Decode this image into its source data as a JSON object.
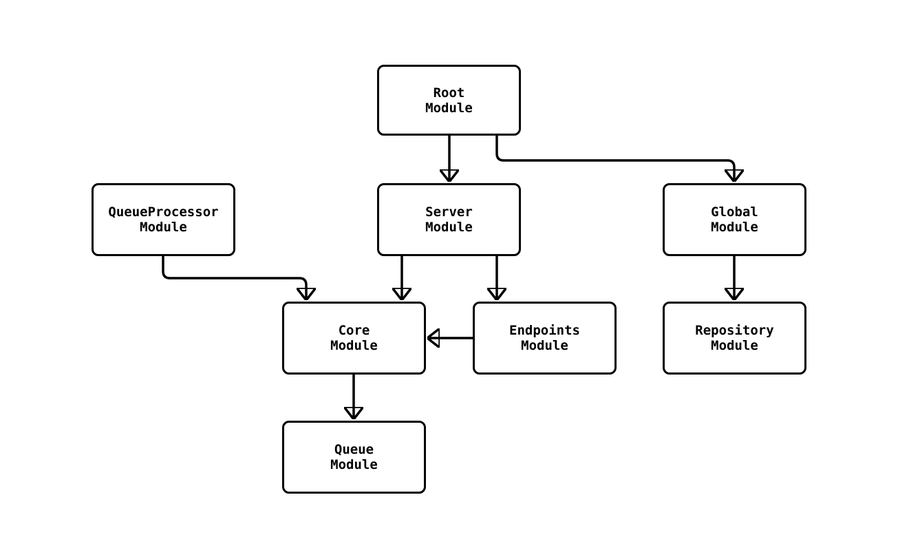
{
  "diagram": {
    "type": "module-dependency-flowchart",
    "background_color": "#ffffff",
    "node_fill_color": "#ffffff",
    "node_border_color": "#000000",
    "edge_color": "#000000",
    "nodes": {
      "root": {
        "line1": "Root",
        "line2": "Module"
      },
      "queueprocessor": {
        "line1": "QueueProcessor",
        "line2": "Module"
      },
      "server": {
        "line1": "Server",
        "line2": "Module"
      },
      "global": {
        "line1": "Global",
        "line2": "Module"
      },
      "core": {
        "line1": "Core",
        "line2": "Module"
      },
      "endpoints": {
        "line1": "Endpoints",
        "line2": "Module"
      },
      "repository": {
        "line1": "Repository",
        "line2": "Module"
      },
      "queue": {
        "line1": "Queue",
        "line2": "Module"
      }
    },
    "edges": [
      {
        "from": "Root Module",
        "to": "Server Module"
      },
      {
        "from": "Root Module",
        "to": "Global Module"
      },
      {
        "from": "QueueProcessor Module",
        "to": "Core Module"
      },
      {
        "from": "Server Module",
        "to": "Core Module"
      },
      {
        "from": "Server Module",
        "to": "Endpoints Module"
      },
      {
        "from": "Endpoints Module",
        "to": "Core Module"
      },
      {
        "from": "Global Module",
        "to": "Repository Module"
      },
      {
        "from": "Core Module",
        "to": "Queue Module"
      }
    ]
  }
}
